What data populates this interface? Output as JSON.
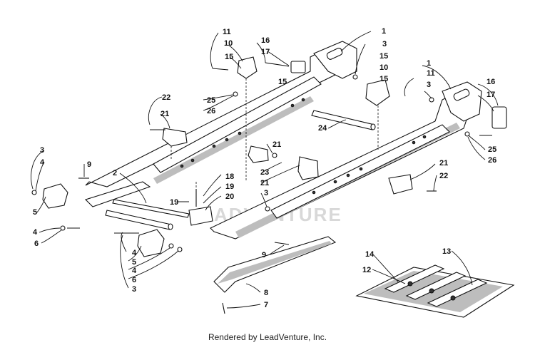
{
  "footer_text": "Rendered by LeadVenture, Inc.",
  "watermark_text": "ADVENTURE",
  "callouts": [
    "1",
    "2",
    "3",
    "4",
    "5",
    "6",
    "7",
    "8",
    "9",
    "10",
    "11",
    "12",
    "13",
    "14",
    "15",
    "16",
    "17",
    "18",
    "19",
    "20",
    "21",
    "22",
    "23",
    "24",
    "25",
    "26"
  ],
  "labels": {
    "c11a": "11",
    "c10a": "10",
    "c15a": "15",
    "c15b": "15",
    "c16a": "16",
    "c17a": "17",
    "c1a": "1",
    "c3a": "3",
    "c15c": "15",
    "c10b": "10",
    "c15d": "15",
    "c1b": "1",
    "c11b": "11",
    "c3b": "3",
    "c16b": "16",
    "c17b": "17",
    "c22a": "22",
    "c21a": "21",
    "c25a": "25",
    "c26a": "26",
    "c24": "24",
    "c25b": "25",
    "c26b": "26",
    "c21b": "21",
    "c23": "23",
    "c21c": "21",
    "c21d": "21",
    "c22b": "22",
    "c3c": "3",
    "c4a": "4",
    "c9a": "9",
    "c2": "2",
    "c18": "18",
    "c19a": "19",
    "c20": "20",
    "c19b": "19",
    "c3d": "3",
    "c5a": "5",
    "c4b": "4",
    "c6a": "6",
    "c4c": "4",
    "c5b": "5",
    "c4d": "4",
    "c6b": "6",
    "c3e": "3",
    "c9b": "9",
    "c8": "8",
    "c7": "7",
    "c14": "14",
    "c13": "13",
    "c12": "12"
  }
}
